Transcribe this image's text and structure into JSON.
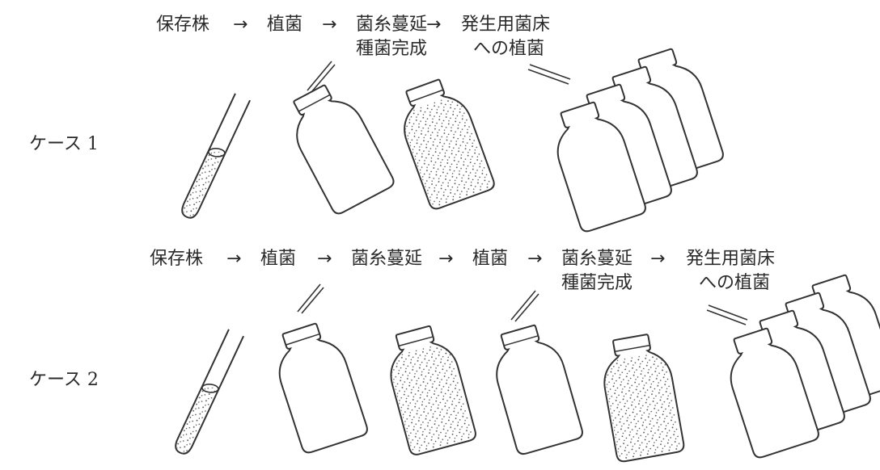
{
  "case1": {
    "label": "ケース 1",
    "steps": [
      {
        "line1": "保存株",
        "line2": ""
      },
      {
        "line1": "植菌",
        "line2": ""
      },
      {
        "line1": "菌糸蔓延",
        "line2": "種菌完成"
      },
      {
        "line1": "発生用菌床",
        "line2": "への植菌"
      }
    ]
  },
  "case2": {
    "label": "ケース 2",
    "steps": [
      {
        "line1": "保存株",
        "line2": ""
      },
      {
        "line1": "植菌",
        "line2": ""
      },
      {
        "line1": "菌糸蔓延",
        "line2": ""
      },
      {
        "line1": "植菌",
        "line2": ""
      },
      {
        "line1": "菌糸蔓延",
        "line2": "種菌完成"
      },
      {
        "line1": "発生用菌床",
        "line2": "への植菌"
      }
    ]
  },
  "arrow_glyph": "→"
}
